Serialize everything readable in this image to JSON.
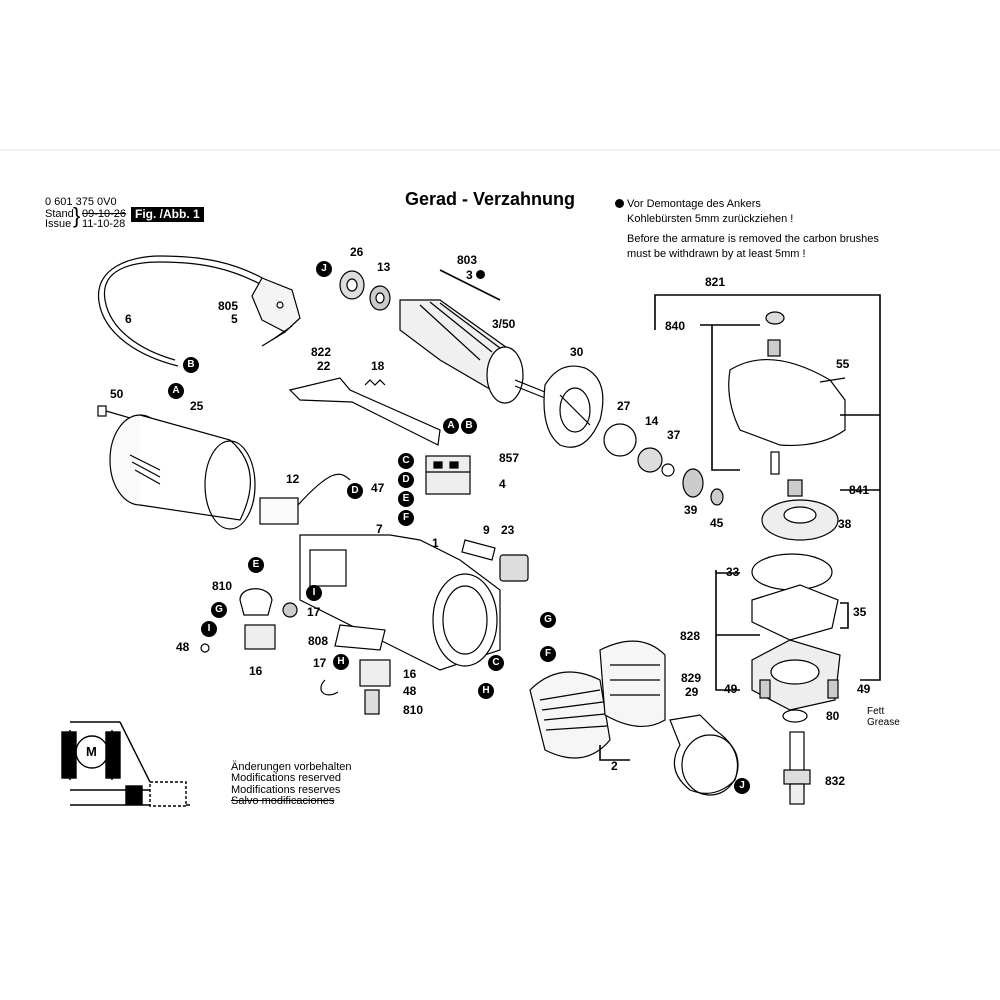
{
  "header": {
    "part_number": "0 601 375 0V0",
    "stand_label": "Stand",
    "issue_label": "Issue",
    "stand_date": "09-10-26",
    "issue_date": "11-10-28",
    "fig_label": "Fig. /Abb. 1",
    "title": "Gerad - Verzahnung"
  },
  "note": {
    "de_line1": "Vor Demontage des Ankers",
    "de_line2": "Kohlebürsten 5mm zurückziehen !",
    "en_line1": "Before the armature is removed the carbon brushes",
    "en_line2": "must be withdrawn by at least 5mm !"
  },
  "footer": {
    "line1": "Änderungen vorbehalten",
    "line2": "Modifications reserved",
    "line3": "Modifications reserves",
    "line4": "Salvo modificaciones"
  },
  "grease": {
    "de": "Fett",
    "en": "Grease"
  },
  "schematic": {
    "motor_symbol": "M"
  },
  "labels": {
    "p26": "26",
    "p13": "13",
    "p803": "803",
    "p3": "3",
    "p3_50": "3/50",
    "p805": "805",
    "p5": "5",
    "p6": "6",
    "p822": "822",
    "p22": "22",
    "p18": "18",
    "p30": "30",
    "p821": "821",
    "p840": "840",
    "p55": "55",
    "p50": "50",
    "p25": "25",
    "p857": "857",
    "p4": "4",
    "p27": "27",
    "p14": "14",
    "p37": "37",
    "p12": "12",
    "p47": "47",
    "p7": "7",
    "p39": "39",
    "p45": "45",
    "p841": "841",
    "p38": "38",
    "p1": "1",
    "p9": "9",
    "p23": "23",
    "p810a": "810",
    "p17a": "17",
    "p48a": "48",
    "p16a": "16",
    "p808": "808",
    "p33": "33",
    "p35": "35",
    "p828": "828",
    "p17b": "17",
    "p16b": "16",
    "p48b": "48",
    "p810b": "810",
    "p829": "829",
    "p29": "29",
    "p49a": "49",
    "p49b": "49",
    "p80": "80",
    "p2": "2",
    "p832": "832"
  },
  "connectors": {
    "A": "A",
    "B": "B",
    "C": "C",
    "D": "D",
    "E": "E",
    "F": "F",
    "G": "G",
    "H": "H",
    "I": "I",
    "J": "J"
  }
}
